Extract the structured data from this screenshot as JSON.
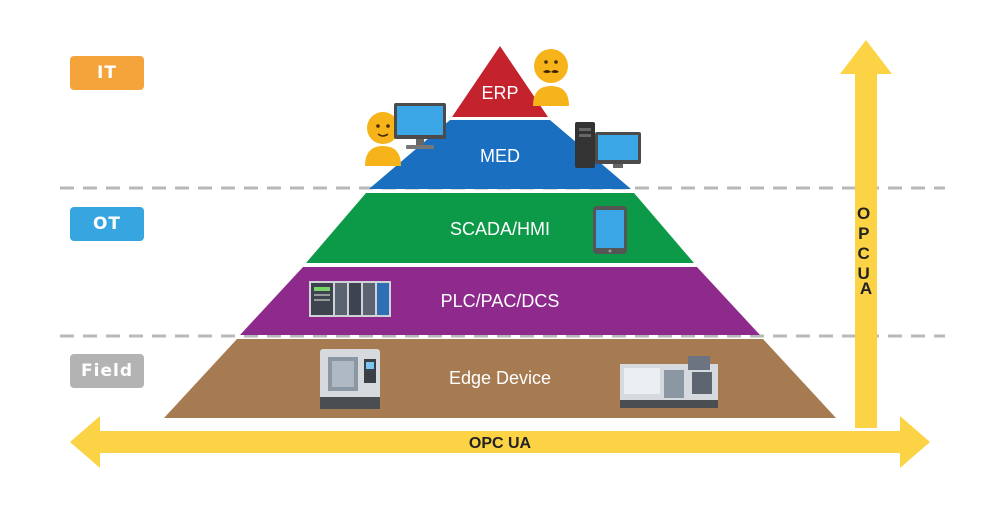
{
  "zones": {
    "it": {
      "label": "IT",
      "color": "#f5a33b"
    },
    "ot": {
      "label": "OT",
      "color": "#37a6e0"
    },
    "field": {
      "label": "Field",
      "color": "#b3b3b3"
    }
  },
  "pyramid_levels": [
    {
      "label": "ERP",
      "color": "#c4232e"
    },
    {
      "label": "MED",
      "color": "#1a6fc1"
    },
    {
      "label": "SCADA/HMI",
      "color": "#0d9a48"
    },
    {
      "label": "PLC/PAC/DCS",
      "color": "#8e2a8c"
    },
    {
      "label": "Edge Device",
      "color": "#a67b52"
    }
  ],
  "arrows": {
    "vertical_label": "OPC UA",
    "horizontal_label": "OPC UA",
    "color": "#fcd344"
  },
  "illustrations": [
    "person-icon",
    "desktop-computer-icon",
    "person-with-mustache-icon",
    "pc-tower-monitor-icon",
    "tablet-icon",
    "plc-module-icon",
    "cnc-machine-icon",
    "injection-molding-machine-icon"
  ]
}
